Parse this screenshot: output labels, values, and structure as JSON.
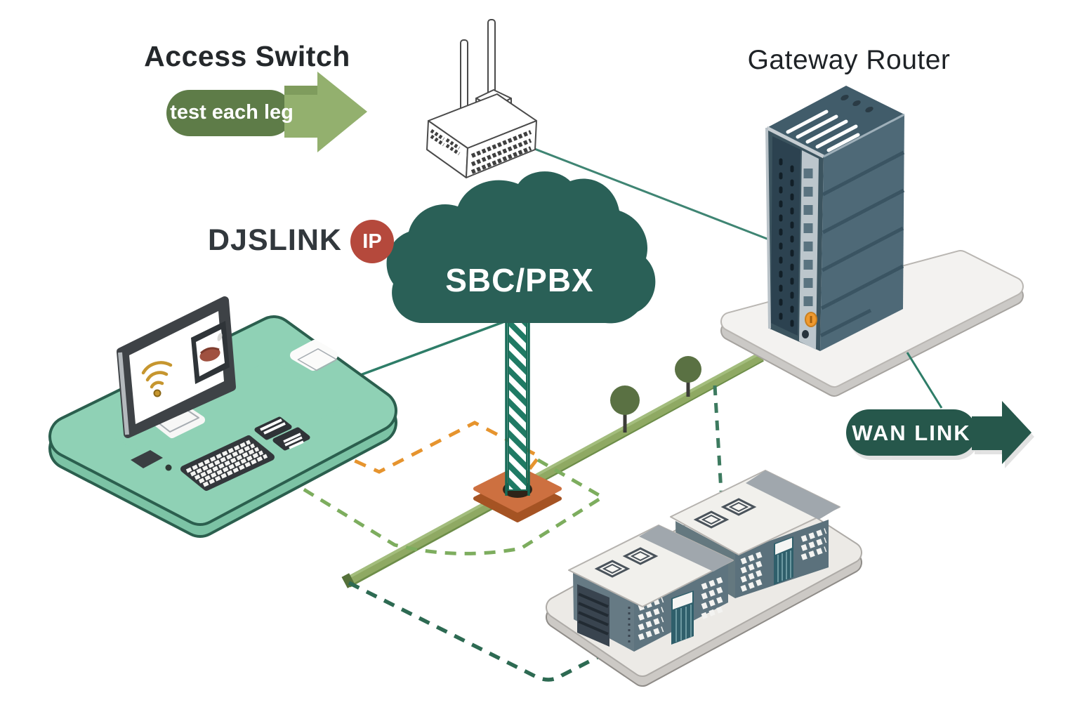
{
  "titles": {
    "access_switch": "Access Switch",
    "gateway_router": "Gateway Router"
  },
  "labels": {
    "banner": "test each leg",
    "brand": "DJSLINK",
    "brand_badge": "IP",
    "cloud": "SBC/PBX",
    "wan": "WAN LINK"
  },
  "colors": {
    "cloud": "#2a6057",
    "badge_red": "#b5493c",
    "banner_body": "#5e7c48",
    "banner_head": "#93b06e",
    "wan_arrow": "#26574b",
    "road_green": "#8fa963",
    "dashed_orange": "#e6942e",
    "dashed_light_green": "#7dad5e",
    "dashed_dark_teal": "#2d6a52",
    "pad_teal": "#8fd1b5",
    "pad_orange": "#cd7040",
    "tower_slate": "#4e6977",
    "building_gray": "#5e747f"
  }
}
